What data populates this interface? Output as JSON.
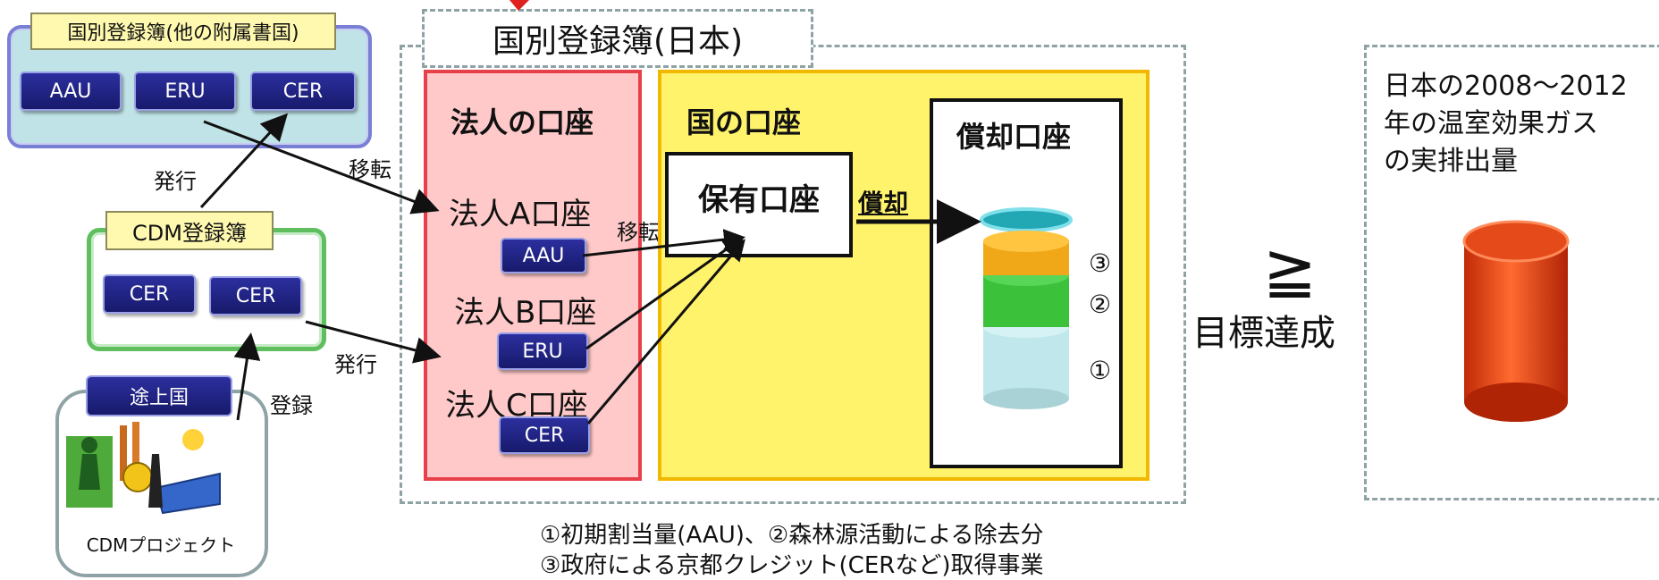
{
  "other_registry": {
    "title": "国別登録簿(他の附属書国)",
    "units": [
      "AAU",
      "ERU",
      "CER"
    ]
  },
  "left_labels": {
    "issue_top": "発行",
    "transfer_top": "移転",
    "issue_bottom": "発行",
    "register": "登録"
  },
  "cdm_registry": {
    "title": "CDM登録簿",
    "units": [
      "CER",
      "CER"
    ]
  },
  "developing": {
    "badge": "途上国",
    "project": "CDMプロジェクト"
  },
  "japan_registry": {
    "title": "国別登録簿(日本)",
    "corporate": {
      "title": "法人の口座",
      "accounts": [
        {
          "label": "法人A口座",
          "unit": "AAU"
        },
        {
          "label": "法人B口座",
          "unit": "ERU"
        },
        {
          "label": "法人C口座",
          "unit": "CER"
        }
      ],
      "transfer_label": "移転"
    },
    "national": {
      "title": "国の口座",
      "holding": "保有口座",
      "retire_label": "償却",
      "retirement_title": "償却口座",
      "stack_markers": [
        "③",
        "②",
        "①"
      ]
    }
  },
  "compare": {
    "symbol": "≧",
    "label": "目標達成"
  },
  "emissions": {
    "text": "日本の2008〜2012年の温室効果ガスの実排出量",
    "lines": [
      "日本の2008〜2012",
      "年の温室効果ガス",
      "の実排出量"
    ]
  },
  "footnote": {
    "line1": "①初期割当量(AAU)、②森林源活動による除去分",
    "line2": "③政府による京都クレジット(CERなど)取得事業"
  },
  "colors": {
    "token": "#1f2280",
    "corporate_bg": "#ffc9c9",
    "corporate_border": "#e8404a",
    "national_bg": "#fff36b",
    "national_border": "#f2b800",
    "other_registry_bg": "#bfe3e6",
    "cdm_border": "#5fbf5f",
    "dashed": "#8fa3a6"
  }
}
